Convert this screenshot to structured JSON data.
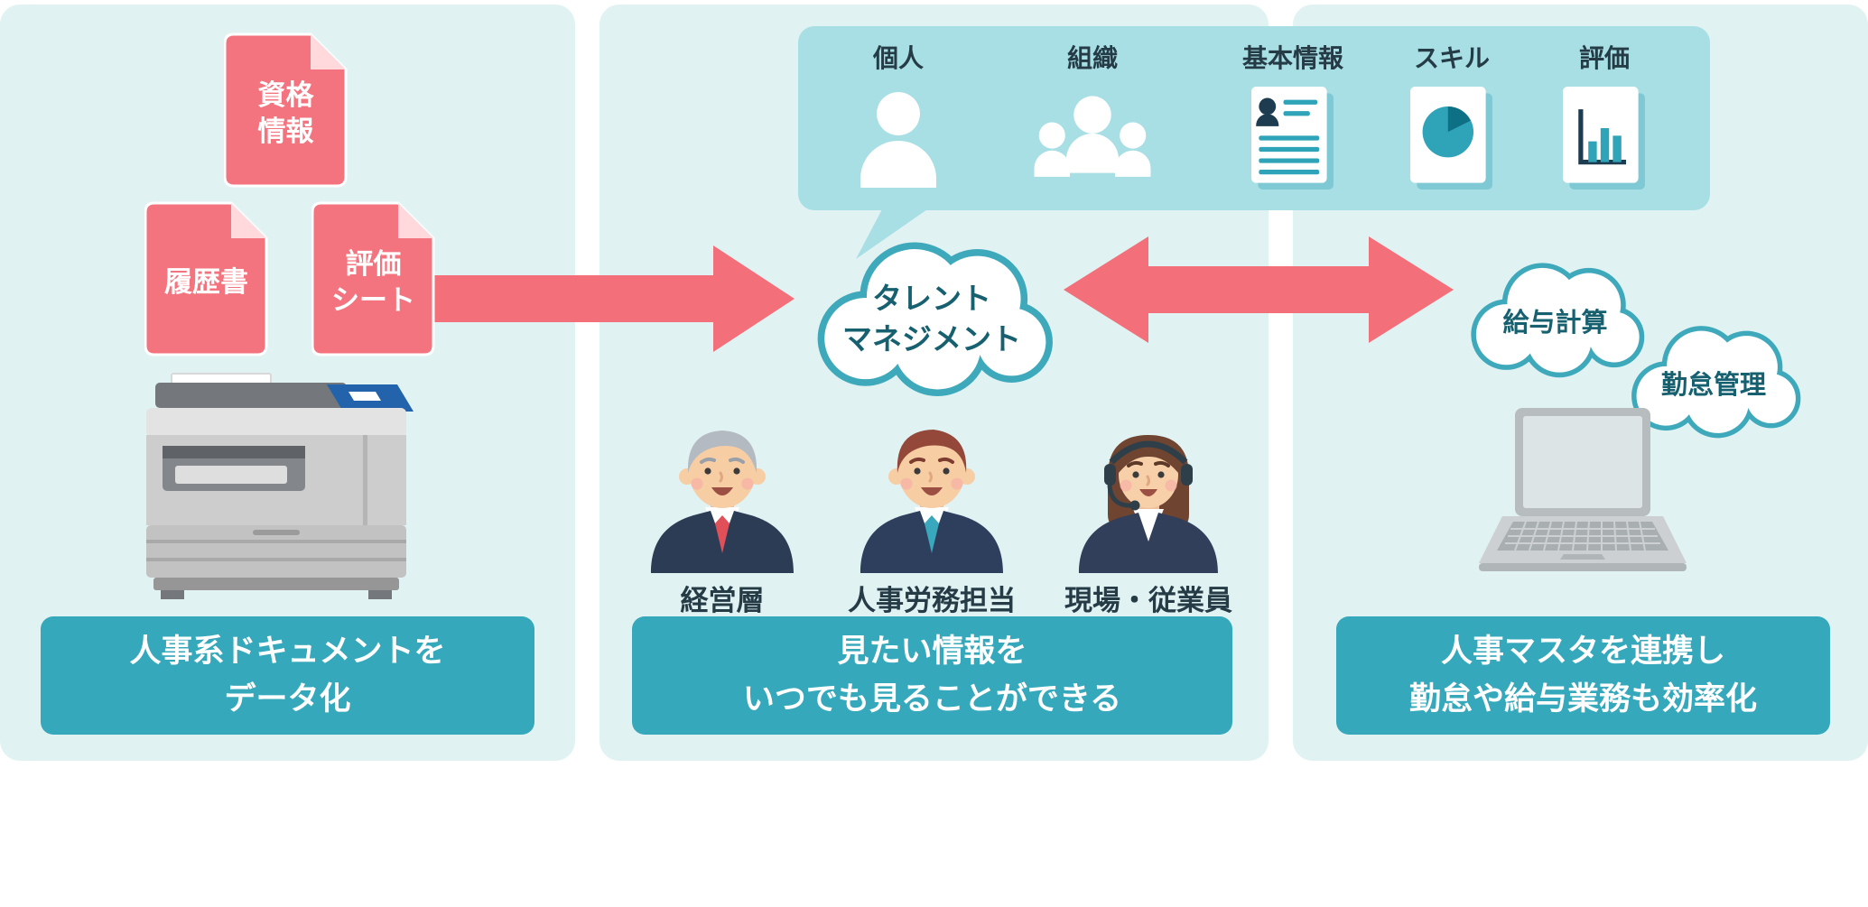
{
  "left_panel": {
    "docs": [
      {
        "label": "資格\n情報",
        "icon": "pink-document-icon"
      },
      {
        "label": "履歴書",
        "icon": "pink-document-icon"
      },
      {
        "label": "評価\nシート",
        "icon": "pink-document-icon"
      }
    ],
    "device": "copier-icon",
    "caption": "人事系ドキュメントを\nデータ化"
  },
  "middle_panel": {
    "bubble": {
      "items": [
        {
          "label": "個人",
          "icon": "person-icon"
        },
        {
          "label": "組織",
          "icon": "group-icon"
        },
        {
          "label": "基本情報",
          "icon": "profile-document-icon"
        },
        {
          "label": "スキル",
          "icon": "pie-chart-document-icon"
        },
        {
          "label": "評価",
          "icon": "bar-chart-document-icon"
        }
      ]
    },
    "cloud_label": "タレント\nマネジメント",
    "people": [
      {
        "label": "経営層",
        "icon": "executive-avatar"
      },
      {
        "label": "人事労務担当",
        "icon": "hr-staff-avatar"
      },
      {
        "label": "現場・従業員",
        "icon": "employee-avatar"
      }
    ],
    "caption": "見たい情報を\nいつでも見ることができる"
  },
  "right_panel": {
    "clouds": [
      {
        "label": "給与計算",
        "icon": "cloud-icon"
      },
      {
        "label": "勤怠管理",
        "icon": "cloud-icon"
      }
    ],
    "device": "laptop-icon",
    "caption": "人事マスタを連携し\n勤怠や給与業務も効率化"
  },
  "colors": {
    "panel_bg": "#e1f2f3",
    "bubble_bg": "#a7dfe5",
    "caption_teal": "#35a8bb",
    "arrow_salmon": "#f3707a",
    "document_pink": "#f3747e",
    "cloud_border_teal": "#3fa9bc",
    "dark_label": "#253b46",
    "cloud_text": "#16606f"
  }
}
